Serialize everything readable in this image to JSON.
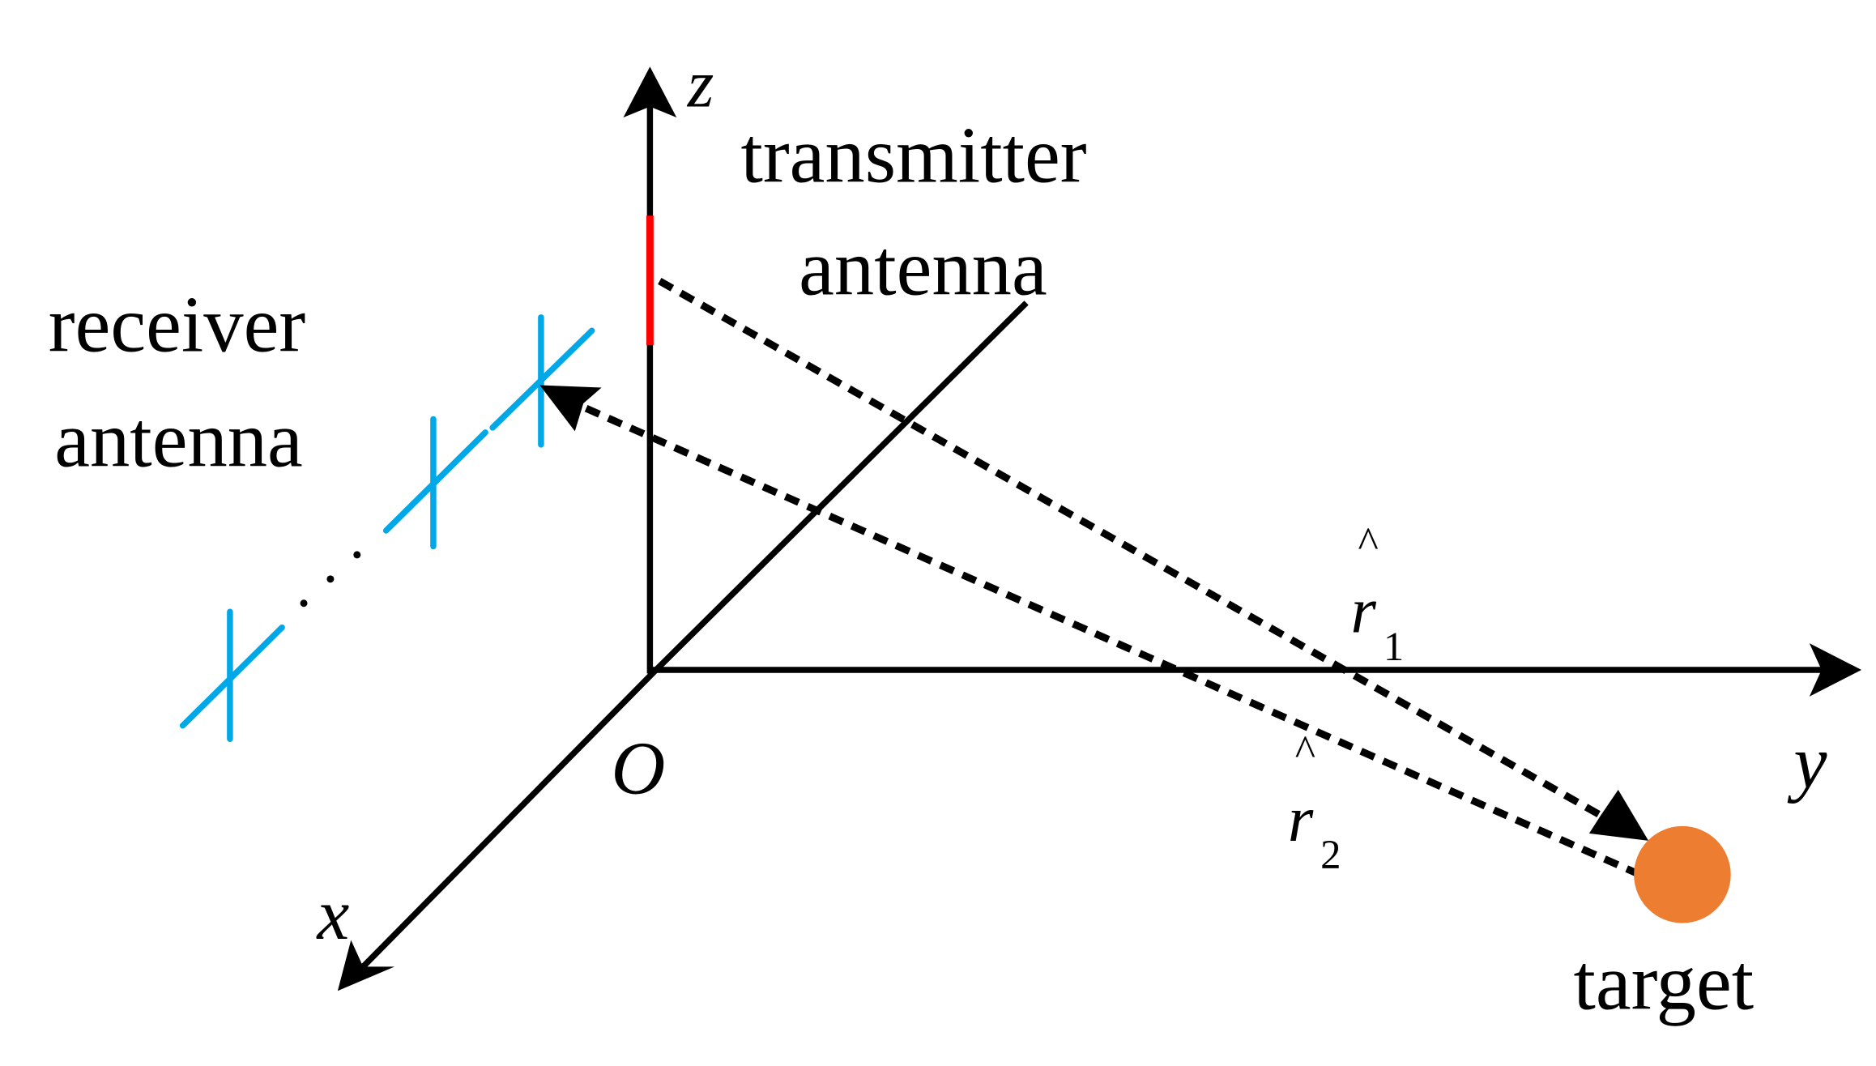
{
  "labels": {
    "transmitter_line1": "transmitter",
    "transmitter_line2": "antenna",
    "receiver_line1": "receiver",
    "receiver_line2": "antenna",
    "axis_z": "z",
    "axis_y": "y",
    "axis_x": "x",
    "origin": "O",
    "r1": "r",
    "r1_sub": "1",
    "r2": "r",
    "r2_sub": "2",
    "hat": "^",
    "target": "target"
  },
  "colors": {
    "transmitter": "#ff0000",
    "receiver": "#00a8e8",
    "target": "#ed7d31",
    "axes": "#000000"
  }
}
